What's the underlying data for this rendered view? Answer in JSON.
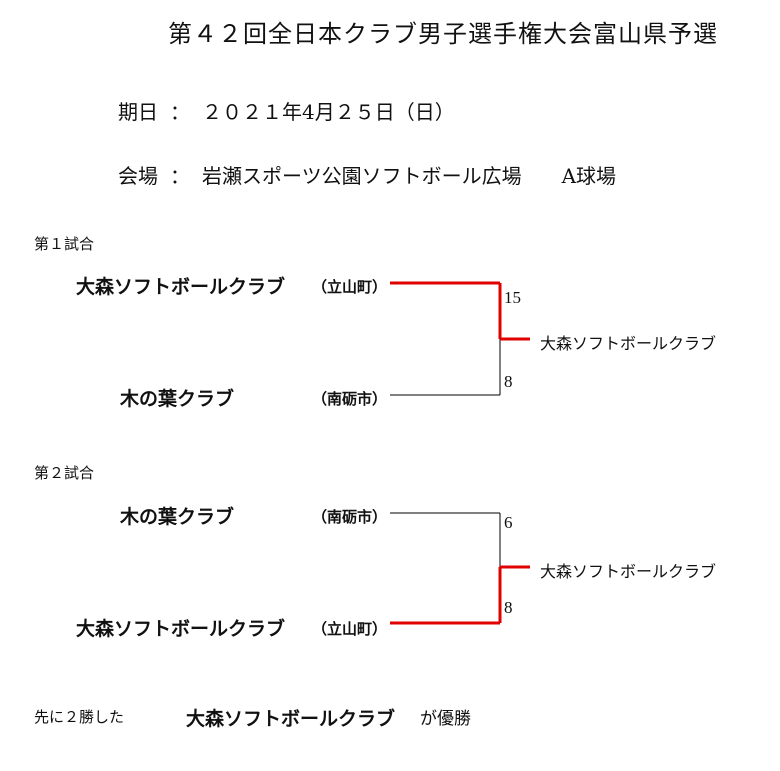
{
  "title": "第４２回全日本クラブ男子選手権大会富山県予選",
  "info": {
    "date_label": "期日",
    "date_value": "２０２１年4月２５日（日）",
    "venue_label": "会場",
    "venue_value": "岩瀬スポーツ公園ソフトボール広場　　A球場",
    "sep": "："
  },
  "matches": [
    {
      "label": "第１試合",
      "top": {
        "team": "大森ソフトボールクラブ",
        "location": "（立山町）",
        "score": "15",
        "won": true
      },
      "bottom": {
        "team": "木の葉クラブ",
        "location": "（南砺市）",
        "score": "8",
        "won": false
      },
      "winner": "大森ソフトボールクラブ"
    },
    {
      "label": "第２試合",
      "top": {
        "team": "木の葉クラブ",
        "location": "（南砺市）",
        "score": "6",
        "won": false
      },
      "bottom": {
        "team": "大森ソフトボールクラブ",
        "location": "（立山町）",
        "score": "8",
        "won": true
      },
      "winner": "大森ソフトボールクラブ"
    }
  ],
  "footer": {
    "prefix": "先に２勝した",
    "champion": "大森ソフトボールクラブ",
    "suffix": "が優勝"
  },
  "colors": {
    "win_line": "#e00000",
    "lose_line": "#000000"
  }
}
